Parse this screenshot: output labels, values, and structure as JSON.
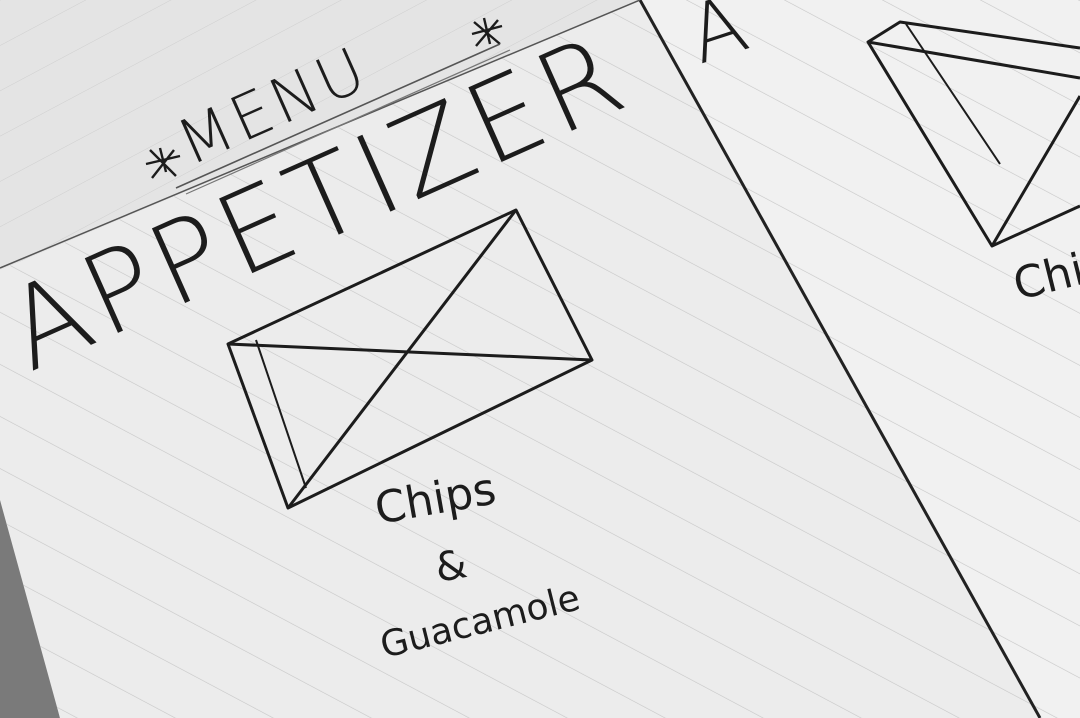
{
  "sketch": {
    "header_title": "MENU",
    "section_heading": "APPETIZER",
    "item_name_line1": "Chips",
    "item_name_line2": "&",
    "item_name_line3": "Guacamole",
    "next_page_heading_fragment": "A",
    "next_page_item_fragment": "Chi"
  },
  "colors": {
    "paper": "#eeeeee",
    "ruling": "#c9c9c9",
    "ink": "#1c1c1c",
    "background": "#8a8a8a"
  },
  "icons": {
    "header_decoration": "star-icon",
    "image_placeholder": "crossed-box-placeholder-icon"
  }
}
